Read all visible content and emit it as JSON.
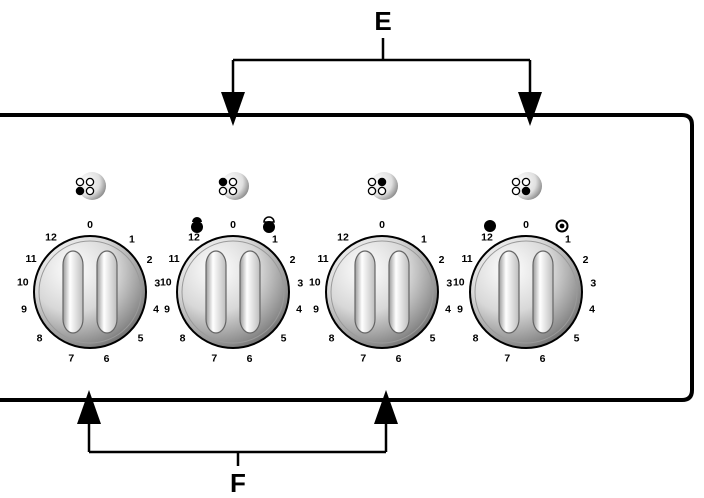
{
  "callouts": {
    "top_label": "E",
    "bottom_label": "F"
  },
  "dial_scale": [
    "0",
    "1",
    "2",
    "3",
    "4",
    "5",
    "6",
    "7",
    "8",
    "9",
    "10",
    "11",
    "12"
  ],
  "knobs": [
    {
      "name": "knob-1",
      "zone_icon": "cooktop-zone-bottom-left-icon",
      "left_symbol": "",
      "right_symbol": ""
    },
    {
      "name": "knob-2",
      "zone_icon": "cooktop-zone-top-left-icon",
      "left_symbol": "dual-ring-outer-icon",
      "right_symbol": "dual-ring-inner-icon"
    },
    {
      "name": "knob-3",
      "zone_icon": "cooktop-zone-top-right-icon",
      "left_symbol": "",
      "right_symbol": ""
    },
    {
      "name": "knob-4",
      "zone_icon": "cooktop-zone-bottom-right-icon",
      "left_symbol": "full-dot-icon",
      "right_symbol": "ring-dot-icon"
    }
  ],
  "colors": {
    "outline": "#000000",
    "knob_light": "#f2f2f2",
    "knob_dark": "#555555"
  }
}
